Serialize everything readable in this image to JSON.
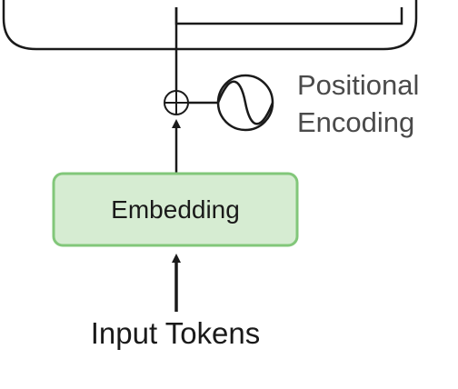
{
  "nodes": {
    "positional_encoding": {
      "line1": "Positional",
      "line2": "Encoding"
    },
    "embedding": {
      "label": "Embedding"
    },
    "input_tokens": {
      "label": "Input Tokens"
    }
  },
  "colors": {
    "stroke": "#1a1a1a",
    "label_gray": "#4a4a4a",
    "text": "#1a1a1a",
    "embedding_fill": "#d6ecd2",
    "embedding_border": "#82c77a"
  }
}
